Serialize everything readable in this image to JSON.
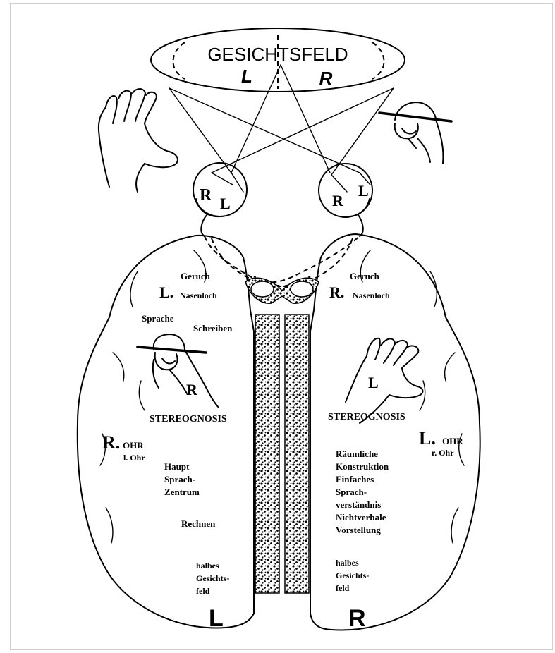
{
  "visual_field": {
    "title": "GESICHTSFELD",
    "left_mark": "L",
    "right_mark": "R"
  },
  "eyes": {
    "left_eye": {
      "r": "R",
      "l": "L"
    },
    "right_eye": {
      "r": "R",
      "l": "L"
    }
  },
  "left_hemisphere": {
    "smell": "Geruch",
    "nostril_letter": "L.",
    "nostril": "Nasenloch",
    "speech": "Sprache",
    "writing": "Schreiben",
    "hand_letter": "R",
    "stereognosis": "STEREOGNOSIS",
    "ear_letter": "R.",
    "ear": "OHR",
    "ear_sub": "l. Ohr",
    "functions": [
      "Haupt",
      "Sprach-",
      "Zentrum"
    ],
    "calc": "Rechnen",
    "half_field": [
      "halbes",
      "Gesichts-",
      "feld"
    ],
    "side_letter": "L"
  },
  "right_hemisphere": {
    "smell": "Geruch",
    "nostril_letter": "R.",
    "nostril": "Nasenloch",
    "hand_letter": "L",
    "stereognosis": "STEREOGNOSIS",
    "ear_letter": "L.",
    "ear": "OHR",
    "ear_sub": "r. Ohr",
    "functions": [
      "Räumliche",
      "Konstruktion",
      "Einfaches",
      "Sprach-",
      "verständnis",
      "Nichtverbale",
      "Vorstellung"
    ],
    "half_field": [
      "halbes",
      "Gesichts-",
      "feld"
    ],
    "side_letter": "R"
  }
}
